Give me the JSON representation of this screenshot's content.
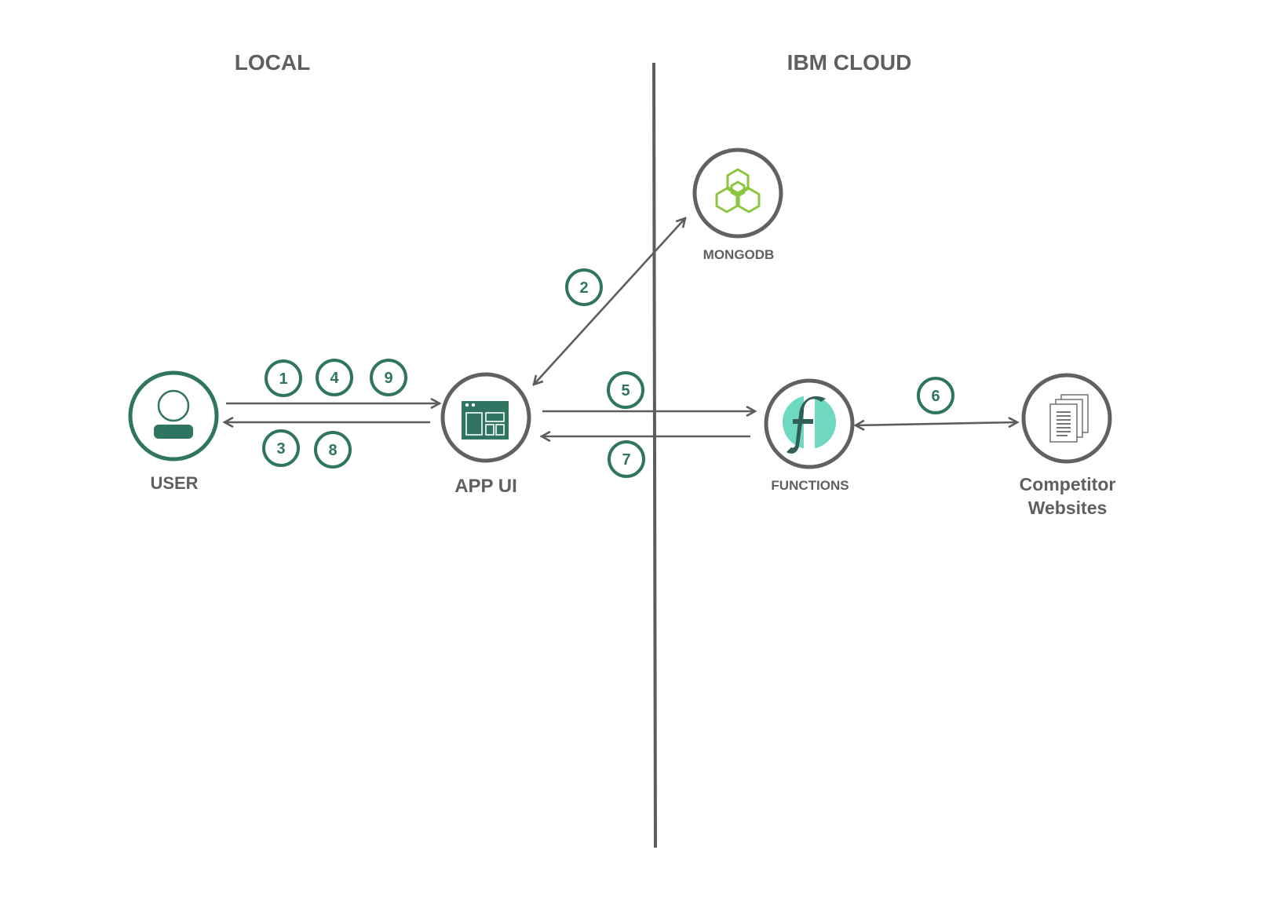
{
  "sections": {
    "local": "LOCAL",
    "cloud": "IBM CLOUD"
  },
  "nodes": {
    "user": {
      "label": "USER"
    },
    "app_ui": {
      "label": "APP UI"
    },
    "mongodb": {
      "label": "MONGODB"
    },
    "functions": {
      "label": "FUNCTIONS"
    },
    "competitor": {
      "label_line1": "Competitor",
      "label_line2": "Websites"
    }
  },
  "steps": [
    "1",
    "2",
    "3",
    "4",
    "5",
    "6",
    "7",
    "8",
    "9"
  ],
  "colors": {
    "accent_green": "#2f7561",
    "mongodb_green": "#8cc63f",
    "functions_mint": "#6fd8c0",
    "line_gray": "#5d5d5d"
  },
  "icons": {
    "user": "user-icon",
    "app_ui": "browser-window-icon",
    "mongodb": "hexagon-cubes-icon",
    "functions": "functions-f-icon",
    "competitor": "documents-stack-icon"
  }
}
